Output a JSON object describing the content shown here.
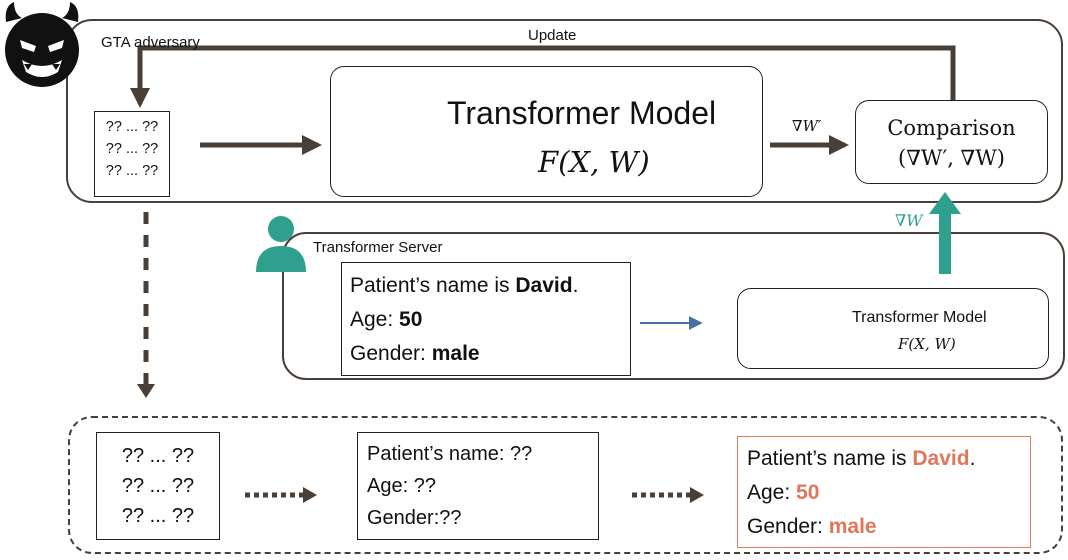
{
  "adversary": {
    "label": "GTA adversary",
    "update_label": "Update"
  },
  "dummy": {
    "lines": [
      "?? ... ??",
      "?? ... ??",
      "?? ... ??"
    ]
  },
  "model_top": {
    "title": "Transformer Model",
    "formula": "F(X, W)"
  },
  "grad_prime_label": "∇W′",
  "comparison": {
    "title": "Comparison",
    "formula": "(∇W′, ∇W)"
  },
  "grad_label": "∇W",
  "server": {
    "label": "Transformer Server"
  },
  "patient": {
    "line1_prefix": "Patient’s name is ",
    "name": "David",
    "line1_suffix": ".",
    "age_prefix": "Age: ",
    "age": "50",
    "gender_prefix": "Gender: ",
    "gender": "male"
  },
  "model_small": {
    "title": "Transformer Model",
    "formula": "F(X, W)"
  },
  "partial": {
    "line1": "Patient’s name: ??",
    "line2": "Age: ??",
    "line3": "Gender:??"
  },
  "recovered": {
    "line1_prefix": "Patient’s name is ",
    "name": "David",
    "line1_suffix": ".",
    "age_prefix": "Age: ",
    "age": "50",
    "gender_prefix": "Gender: ",
    "gender": "male"
  },
  "colors": {
    "frame": "#4a3f36",
    "accent": "#e0775a",
    "teal": "#2f9f8e",
    "node_dark": "#555555",
    "node_blue": "#4a6fa5"
  }
}
